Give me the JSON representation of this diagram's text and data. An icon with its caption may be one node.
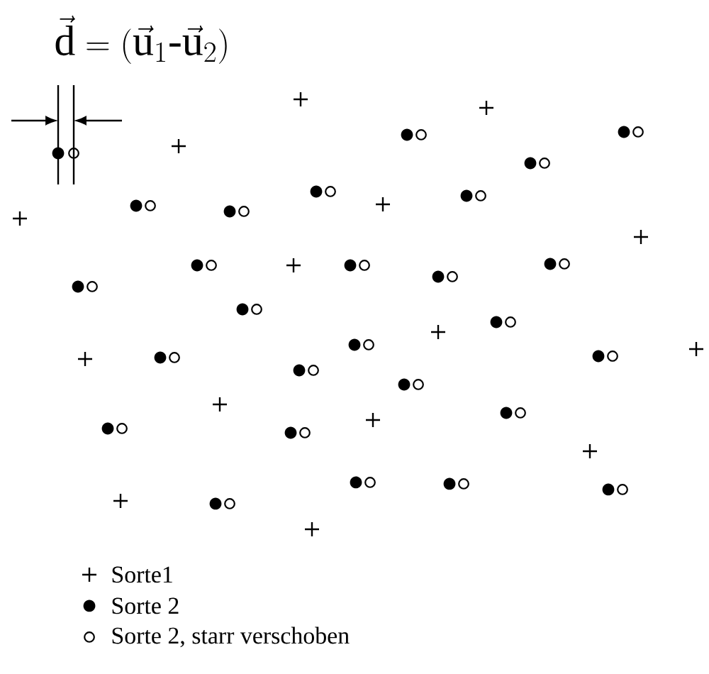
{
  "diagram": {
    "labels": [
      "\\vec{\\mathrm{d}} = (\\vec{\\mathrm{u}}_1\\text{-}\\vec{\\mathrm{u}}_2)"
    ],
    "legend": [
      {
        "text": "Sorte1"
      },
      {
        "text": "Sorte 2"
      },
      {
        "text": "Sorte 2, starr verschoben"
      }
    ]
  }
}
